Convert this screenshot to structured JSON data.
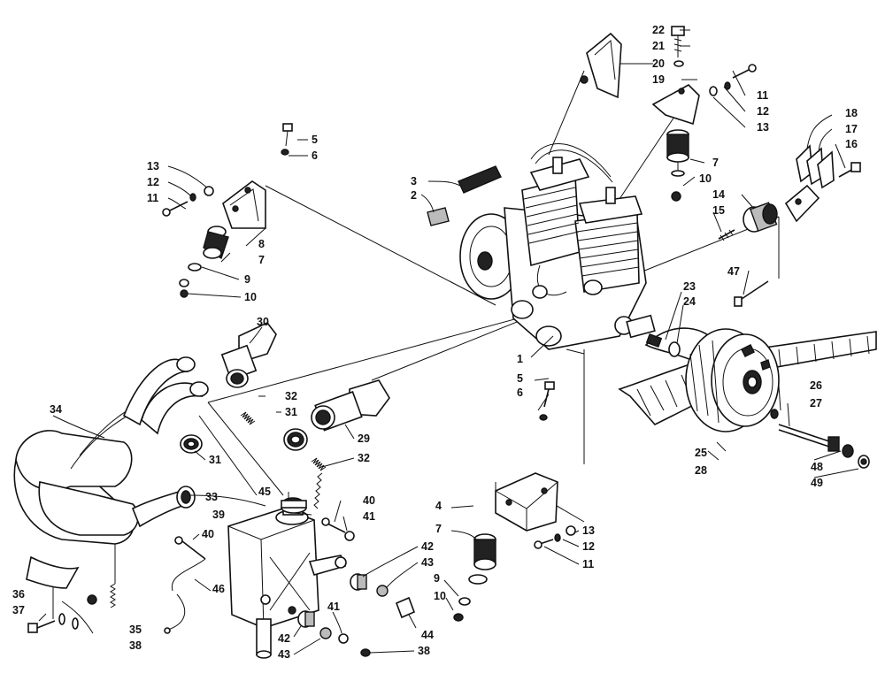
{
  "labels": {
    "n1": "1",
    "n2": "2",
    "n3": "3",
    "n4": "4",
    "n5": "5",
    "n6": "6",
    "n7": "7",
    "n8": "8",
    "n9": "9",
    "n10": "10",
    "n11": "11",
    "n12": "12",
    "n13": "13",
    "n14": "14",
    "n15": "15",
    "n16": "16",
    "n17": "17",
    "n18": "18",
    "n19": "19",
    "n20": "20",
    "n21": "21",
    "n22": "22",
    "n23": "23",
    "n24": "24",
    "n25": "25",
    "n26": "26",
    "n27": "27",
    "n28": "28",
    "n29": "29",
    "n30": "30",
    "n31": "31",
    "n32": "32",
    "n33": "33",
    "n34": "34",
    "n35": "35",
    "n36": "36",
    "n37": "37",
    "n38": "38",
    "n39": "39",
    "n40": "40",
    "n41": "41",
    "n42": "42",
    "n43": "43",
    "n44": "44",
    "n45": "45",
    "n46": "46",
    "n47": "47",
    "n48": "48",
    "n49": "49"
  },
  "colors": {
    "ink": "#111111",
    "paper": "#ffffff"
  }
}
